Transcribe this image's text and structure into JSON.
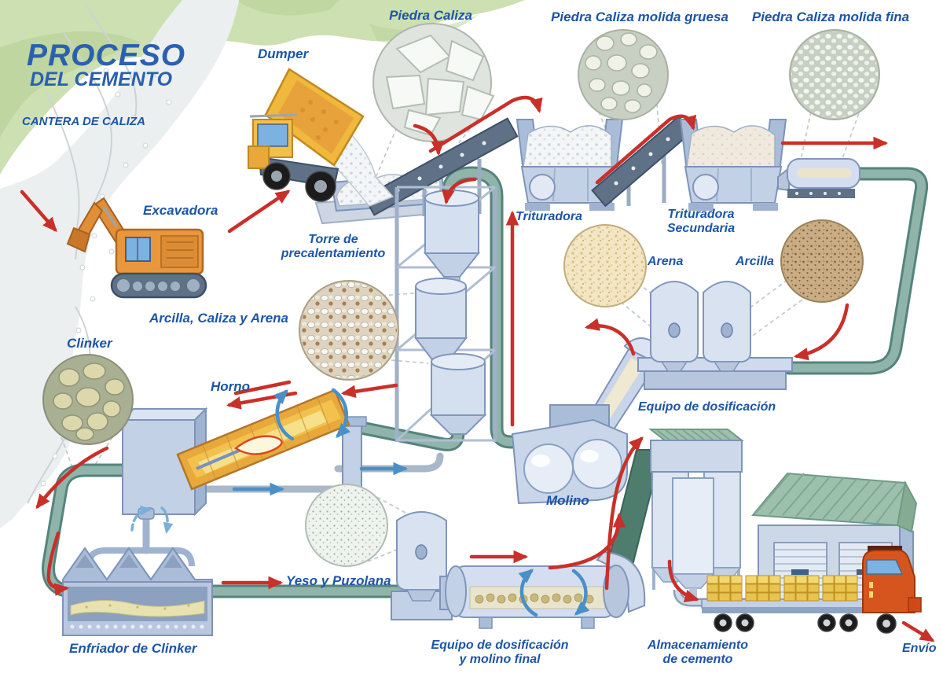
{
  "title": {
    "line1": "PROCESO",
    "line2": "DEL CEMENTO",
    "quarry": "CANTERA DE CALIZA"
  },
  "labels": {
    "dumper": "Dumper",
    "piedra_caliza": "Piedra Caliza",
    "piedra_caliza_gruesa": "Piedra Caliza molida gruesa",
    "piedra_caliza_fina": "Piedra Caliza molida fina",
    "excavadora": "Excavadora",
    "trituradora": "Trituradora",
    "trituradora_secundaria_1": "Trituradora",
    "trituradora_secundaria_2": "Secundaria",
    "torre_1": "Torre de",
    "torre_2": "precalentamiento",
    "arena": "Arena",
    "arcilla": "Arcilla",
    "mezcla": "Arcilla, Caliza y Arena",
    "clinker": "Clinker",
    "horno": "Horno",
    "equipo_dosificacion": "Equipo de dosificación",
    "molino": "Molino",
    "yeso_puzolana": "Yeso y Puzolana",
    "enfriador": "Enfriador de Clinker",
    "equipo_final_1": "Equipo de dosificación",
    "equipo_final_2": "y molino final",
    "almacenamiento_1": "Almacenamiento",
    "almacenamiento_2": "de cemento",
    "envio": "Envío"
  },
  "colors": {
    "label_blue": "#1d55a7",
    "title_blue": "#2b60ae",
    "arrow_red": "#c9302a",
    "arrow_blue": "#4a90c8",
    "pipe_teal": "#7aa69e",
    "equipment_light": "#c3d1e6",
    "equipment_outline": "#7d93b8",
    "hill_green": "#cde0b2",
    "roof_green": "#9cc0ab",
    "dumper_yellow": "#f0b83c",
    "excavator_orange": "#e8953c",
    "truck_cab_orange": "#d6551e",
    "kiln_orange": "#e8a93c"
  }
}
